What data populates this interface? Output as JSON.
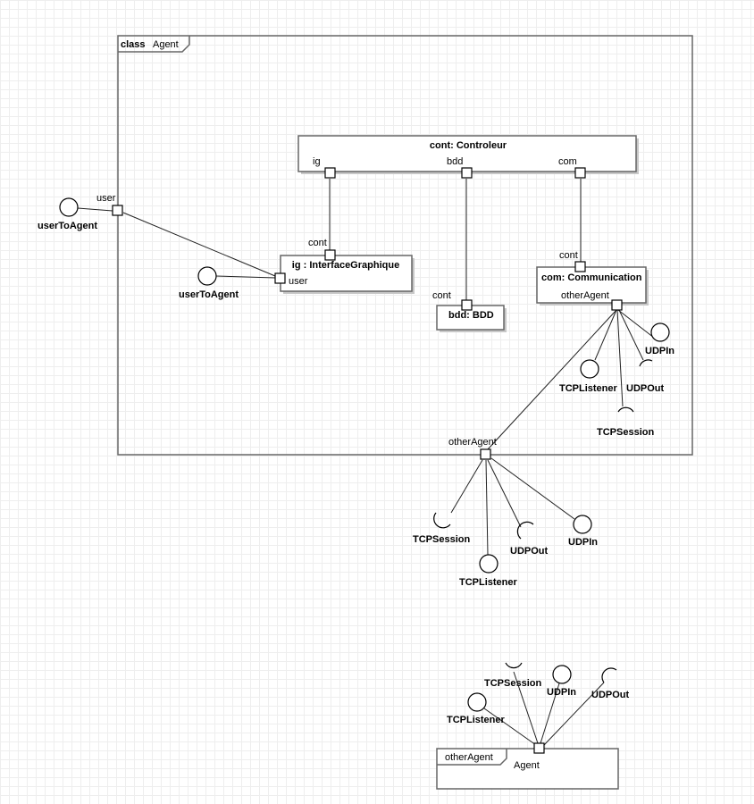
{
  "diagram": {
    "frame": {
      "keyword": "class",
      "name": "Agent"
    },
    "parts": {
      "controleur": {
        "title": "cont: Controleur",
        "port_ig": "ig",
        "port_bdd": "bdd",
        "port_com": "com"
      },
      "interface": {
        "title": "ig : InterfaceGraphique",
        "port_cont": "cont",
        "port_user": "user"
      },
      "bdd": {
        "title": "bdd: BDD",
        "port_cont": "cont"
      },
      "communication": {
        "title": "com: Communication",
        "port_cont": "cont",
        "port_other": "otherAgent"
      }
    },
    "outer_user_port": "user",
    "outer_other_port": "otherAgent",
    "interfaces": {
      "user_to_agent_outer": "userToAgent",
      "user_to_agent_inner": "userToAgent",
      "com_udpin": "UDPIn",
      "com_tcplistener": "TCPListener",
      "com_udpout": "UDPOut",
      "com_tcpsession": "TCPSession",
      "ext_tcpsession": "TCPSession",
      "ext_udpout": "UDPOut",
      "ext_udpin": "UDPIn",
      "ext_tcplistener": "TCPListener"
    },
    "other_agent": {
      "tab": "otherAgent",
      "name": "Agent",
      "interfaces": {
        "tcpsession": "TCPSession",
        "udpin": "UDPIn",
        "udpout": "UDPOut",
        "tcplistener": "TCPListener"
      }
    }
  }
}
